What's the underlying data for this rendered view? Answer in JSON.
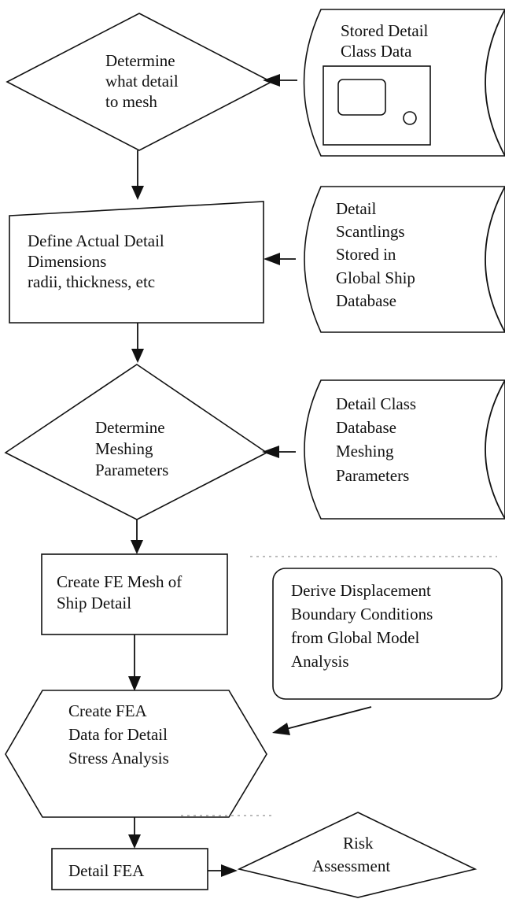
{
  "nodes": {
    "determine_detail": {
      "lines": [
        "Determine",
        "what detail",
        "to mesh"
      ]
    },
    "stored_detail_class": {
      "lines": [
        "Stored Detail",
        "Class Data"
      ]
    },
    "define_dimensions": {
      "lines": [
        "Define Actual Detail",
        "Dimensions",
        "radii, thickness, etc"
      ]
    },
    "detail_scantlings": {
      "lines": [
        "Detail",
        "Scantlings",
        "Stored in",
        "Global Ship",
        "Database"
      ]
    },
    "determine_meshing": {
      "lines": [
        "Determine",
        "Meshing",
        "Parameters"
      ]
    },
    "detail_class_db": {
      "lines": [
        "Detail Class",
        "Database",
        "Meshing",
        "Parameters"
      ]
    },
    "create_mesh": {
      "lines": [
        "Create FE Mesh of",
        "Ship Detail"
      ]
    },
    "derive_bc": {
      "lines": [
        "Derive Displacement",
        "Boundary Conditions",
        "from Global Model",
        "Analysis"
      ]
    },
    "create_fea_data": {
      "lines": [
        "Create FEA",
        "Data for Detail",
        "Stress Analysis"
      ]
    },
    "detail_fea": {
      "lines": [
        "Detail FEA"
      ]
    },
    "risk_assessment": {
      "lines": [
        "Risk",
        "Assessment"
      ]
    }
  }
}
